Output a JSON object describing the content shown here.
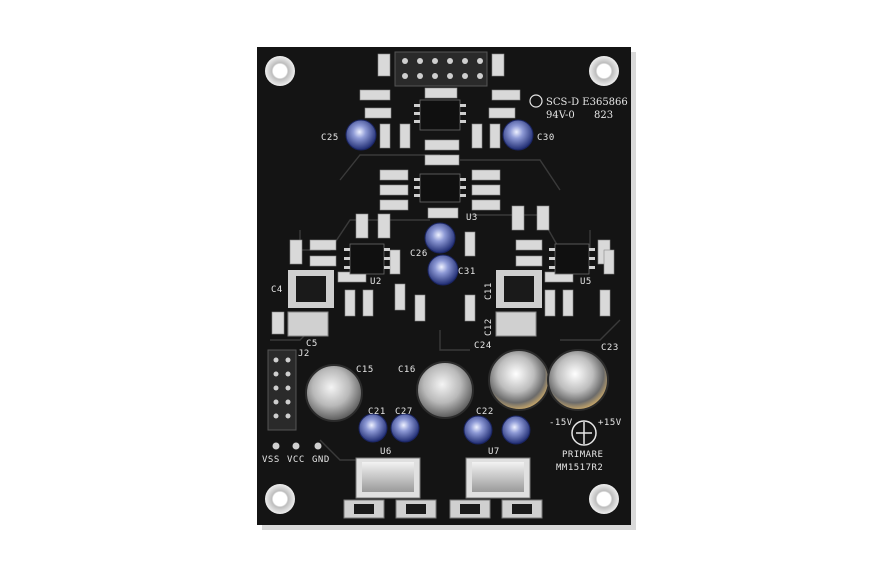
{
  "board": {
    "colors": {
      "pcb": "#141414",
      "silk": "#e6e6e6",
      "pad": "#cfcfcf",
      "cap_blue": "#2e3f8c",
      "cap_gold": "#c9a86a"
    },
    "marking_top": "SCS-D E365866",
    "marking_flame": "94V-0",
    "marking_code": "823",
    "brand": "PRIMARE",
    "model": "MM1517R2",
    "rail_neg": "-15V",
    "rail_pos": "+15V",
    "pins": {
      "vss": "VSS",
      "vcc": "VCC",
      "gnd": "GND"
    },
    "labels": {
      "c25": "C25",
      "c30": "C30",
      "u3": "U3",
      "c26": "C26",
      "c31": "C31",
      "u2": "U2",
      "u5": "U5",
      "c4": "C4",
      "c11": "C11",
      "c12": "C12",
      "c5": "C5",
      "c24": "C24",
      "j2": "J2",
      "c15": "C15",
      "c16": "C16",
      "c23": "C23",
      "c21": "C21",
      "c27": "C27",
      "c22": "C22",
      "u6": "U6",
      "u7": "U7"
    }
  }
}
